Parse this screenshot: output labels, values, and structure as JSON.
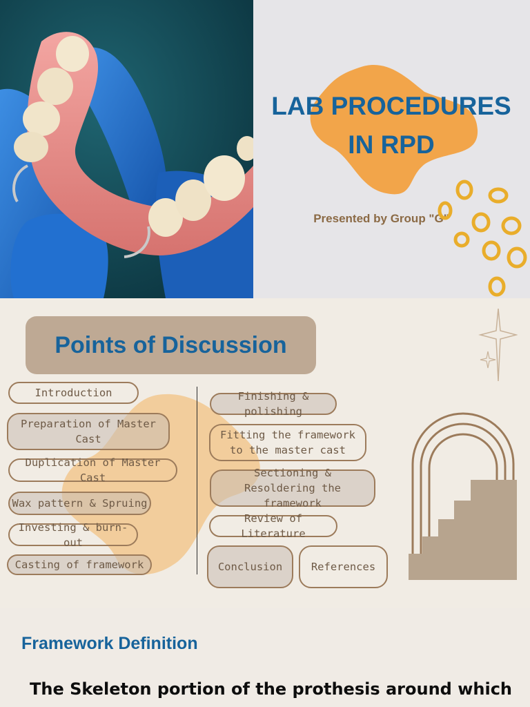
{
  "cover": {
    "title_line1": "LAB PROCEDURES",
    "title_line2": "IN RPD",
    "subtitle": "Presented by Group \"G\"",
    "photo_icon": "denture-photo",
    "accent_color": "#f2a54a",
    "title_color": "#17639b"
  },
  "discussion": {
    "title": "Points of Discussion",
    "left_items": [
      "Introduction",
      "Preparation of Master Cast",
      "Duplication of Master Cast",
      "Wax pattern & Spruing",
      "Investing & burn-out",
      "Casting of framework"
    ],
    "right_items": [
      "Finishing & polishing",
      "Fitting the framework to the master cast",
      "Sectioning & Resoldering the framework",
      "Review of Literature",
      "Conclusion",
      "References"
    ],
    "decor_icons": [
      "sparkle-icon",
      "stairs-arch-icon"
    ]
  },
  "definition": {
    "heading": "Framework Definition",
    "text": "The Skeleton portion of the prothesis around which and to which remaining of the material"
  }
}
